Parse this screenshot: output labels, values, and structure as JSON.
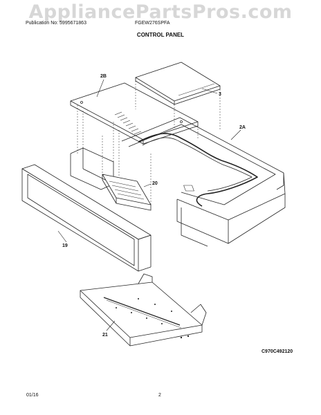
{
  "header": {
    "watermark": "AppliancePartsPros.com",
    "publication": "Publication No: 5995671863",
    "model": "FGEW276SPFA",
    "section_title": "CONTROL PANEL"
  },
  "callouts": [
    "2B",
    "3",
    "2A",
    "20",
    "19",
    "21"
  ],
  "footer": {
    "diagram_code": "C970C492120",
    "date": "01/16",
    "page_number": "2"
  }
}
